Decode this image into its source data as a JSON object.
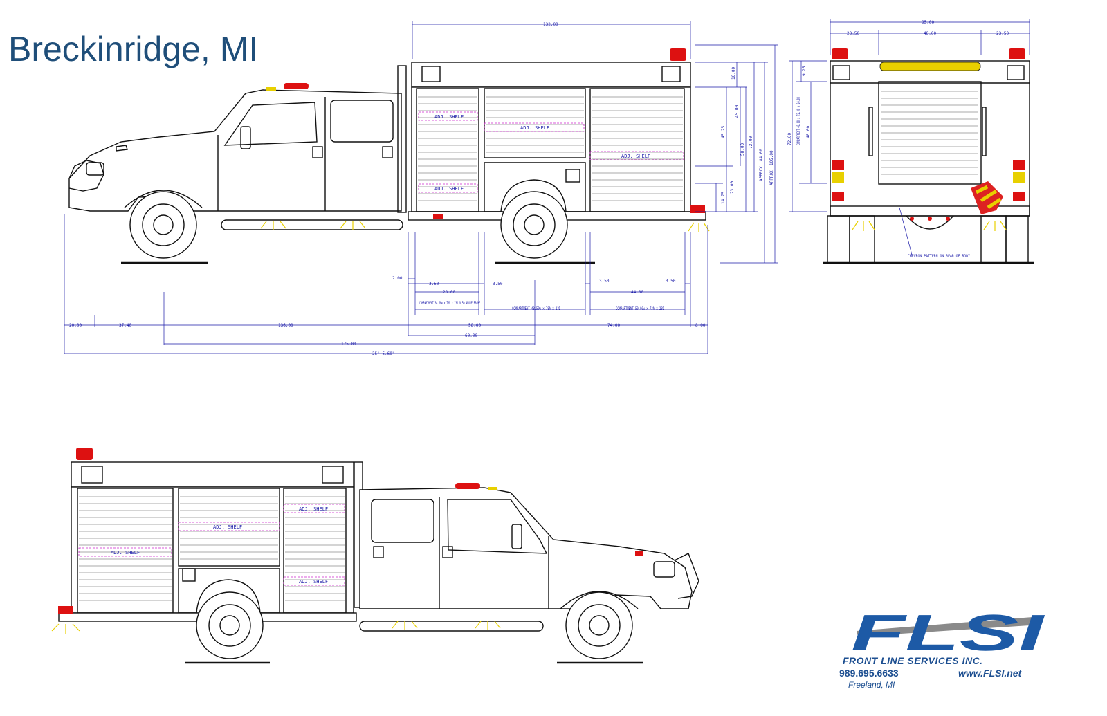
{
  "title": "Breckinridge, MI",
  "logo": {
    "wordmark": "FLSI",
    "company": "FRONT LINE SERVICES INC.",
    "phone": "989.695.6633",
    "website": "www.FLSI.net",
    "location": "Freeland, MI",
    "color": "#1d5aa6"
  },
  "drawing": {
    "line_color": "#111111",
    "dim_color": "#1a1aa8",
    "shelf_color": "#cc22cc",
    "light_color": "#cc0000",
    "shelf_label": "ADJ. SHELF",
    "side_top_dims": {
      "overall_body": "132.00"
    },
    "rear_top_dims": {
      "overall": "95.00",
      "left": "23.50",
      "center": "48.00",
      "right": "23.50"
    },
    "height_dims": [
      "10.00",
      "45.25",
      "45.00",
      "23.00",
      "14.75",
      "58.00",
      "72.00",
      "APPROX. 84.00",
      "APPROX. 105.00"
    ],
    "rear_height_dims": [
      "9.25",
      "72.00",
      "COMPARTMENT 48.00 x 72.00 x 24.00",
      "48.00"
    ],
    "compartments": [
      "COMPARTMENT 34.50w x 73h x 23D 9.50 ABOVE FRAME",
      "COMPARTMENT 48.50w x 78h x 23D",
      "COMPARTMENT 50.00w x 73h x 23D"
    ],
    "lower_dims": [
      "2.00",
      "3.50",
      "28.00",
      "3.50",
      "3.50",
      "44.00",
      "3.50"
    ],
    "bottom_dims": [
      "20.00",
      "37.40",
      "136.00",
      "58.00",
      "60.00",
      "74.00",
      "8.00",
      "175.00",
      "25'-5.60\""
    ],
    "rear_note": "CHEVRON PATTERN ON REAR OF BODY"
  }
}
